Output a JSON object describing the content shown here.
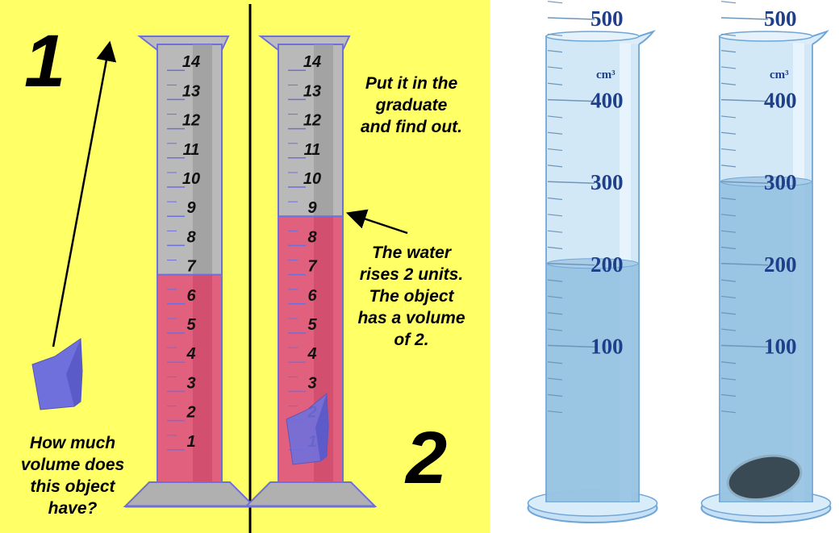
{
  "left": {
    "step1": "1",
    "step2": "2",
    "question": "How much\nvolume does\nthis object\nhave?",
    "instruction": "Put it in the\ngraduate\nand find out.",
    "explanation": "The water\nrises 2 units.\nThe object\nhas a volume\nof 2.",
    "scale_labels": [
      "1",
      "2",
      "3",
      "4",
      "5",
      "6",
      "7",
      "8",
      "9",
      "10",
      "11",
      "12",
      "13",
      "14"
    ],
    "water_level_before": 7,
    "water_level_after": 9,
    "colors": {
      "background": "#ffff66",
      "water": "#e0607e",
      "cylinder": "#b9b9b9",
      "object": "#6f6fe0"
    }
  },
  "right": {
    "unit": "cm³",
    "scale_labels": [
      "100",
      "200",
      "300",
      "400",
      "500"
    ],
    "water_level_before": 200,
    "water_level_after": 300,
    "colors": {
      "glass": "#cfe6f7",
      "water": "#8fbedf",
      "stone": "#3a4a55",
      "label": "#1f3f8a"
    }
  }
}
